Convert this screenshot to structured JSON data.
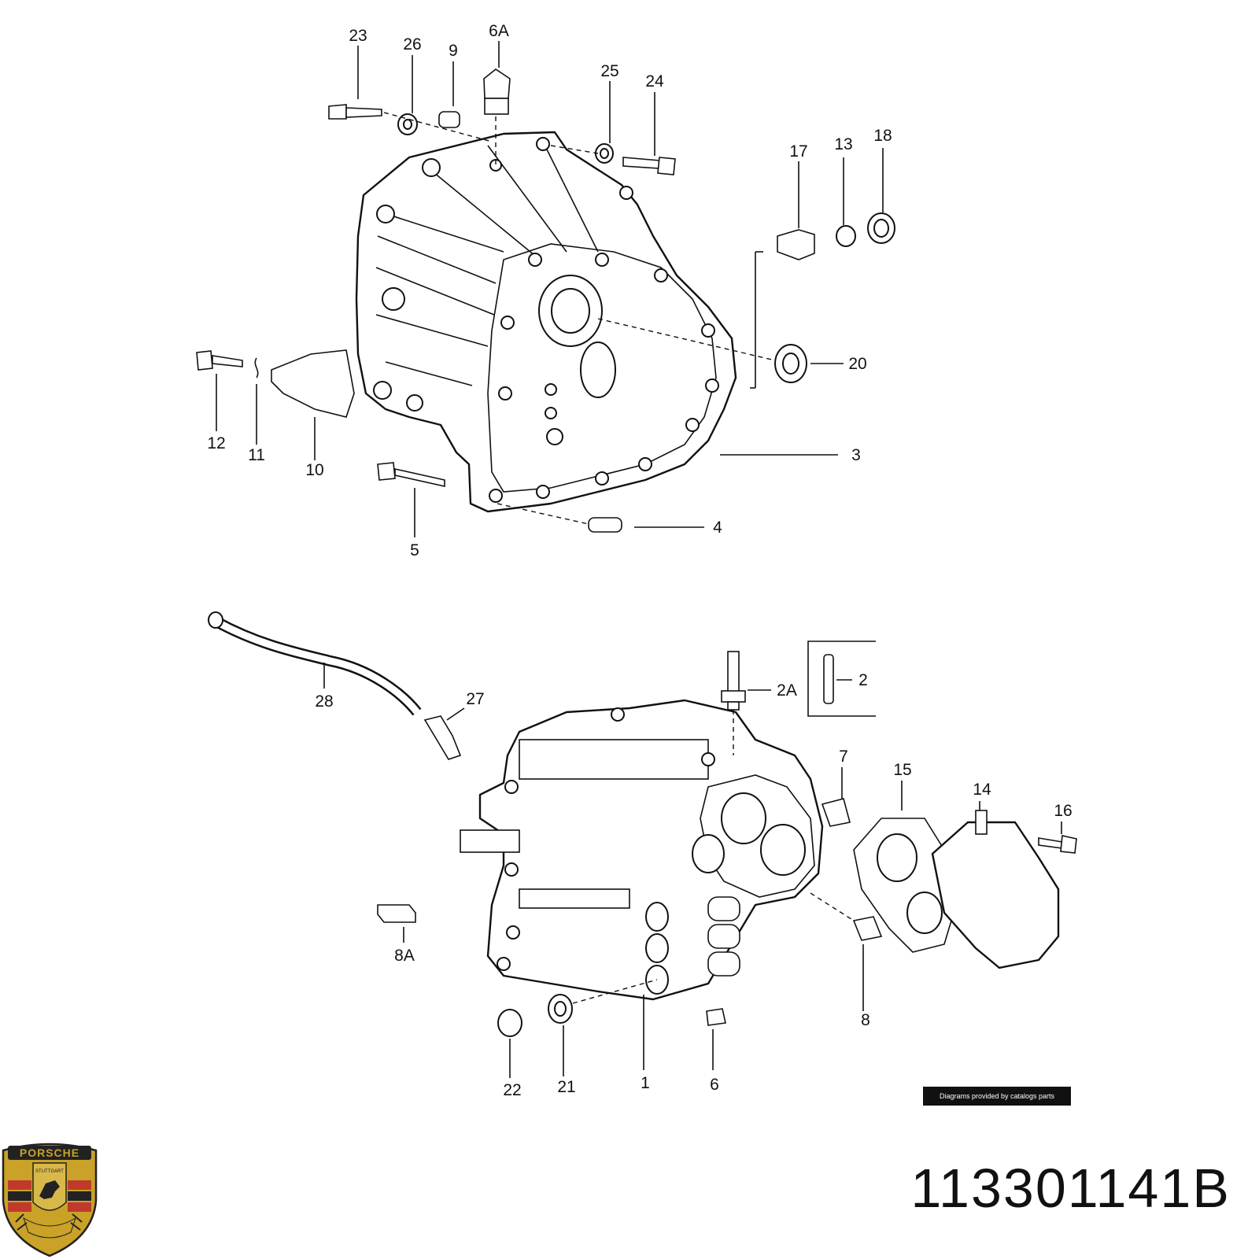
{
  "part_number": "113301141B",
  "credit": "Diagrams provided by catalogs parts",
  "brand": {
    "logo_text": "PORSCHE",
    "crest_text": "STUTTGART"
  },
  "callouts": {
    "upper": [
      "23",
      "26",
      "9",
      "6A",
      "25",
      "24",
      "17",
      "13",
      "18",
      "20",
      "3",
      "4",
      "5",
      "10",
      "11",
      "12"
    ],
    "lower": [
      "28",
      "27",
      "2A",
      "2",
      "7",
      "15",
      "14",
      "16",
      "8A",
      "8",
      "22",
      "21",
      "1",
      "6"
    ]
  }
}
